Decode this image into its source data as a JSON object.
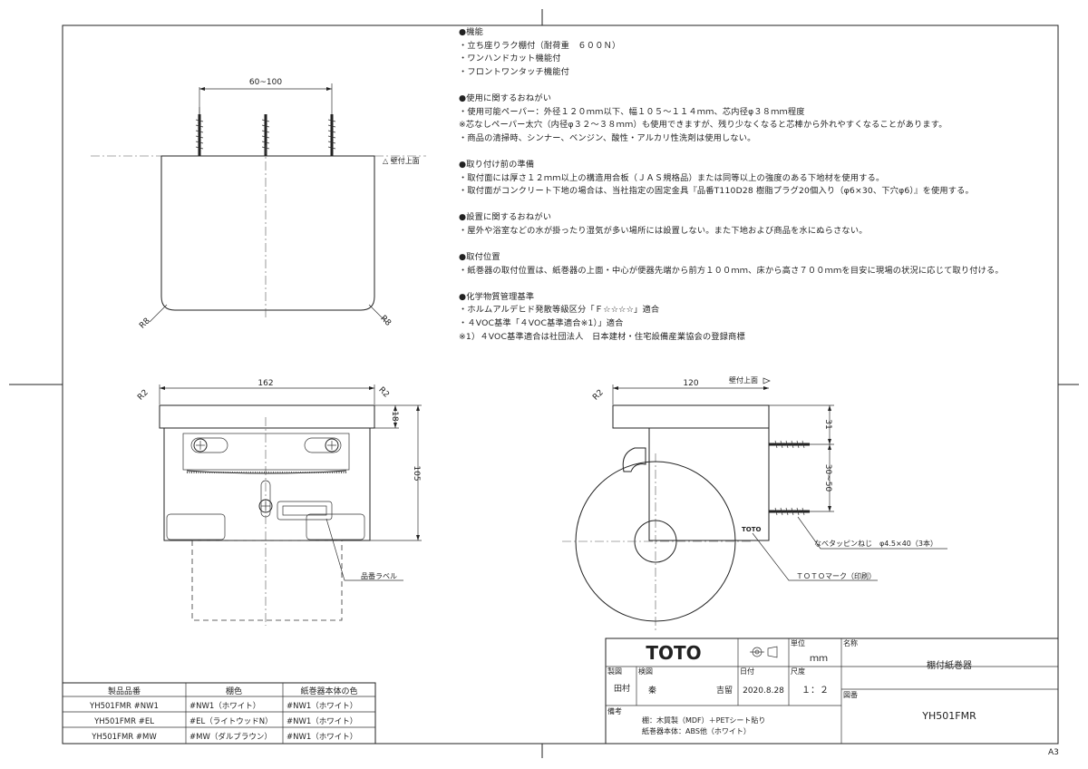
{
  "notes": {
    "function_title": "●機能",
    "function_items": [
      "・立ち座りラク棚付（耐荷重　６００Ｎ）",
      "・ワンハンドカット機能付",
      "・フロントワンタッチ機能付"
    ],
    "usage_title": "●使用に関するおねがい",
    "usage_items": [
      "・使用可能ペーパー：外径１２０ｍｍ以下、幅１０５～１１４ｍｍ、芯内径φ３８ｍｍ程度",
      "※芯なしペーパー太穴（内径φ３２～３８ｍｍ）も使用できますが、残り少なくなると芯棒から外れやすくなることがあります。",
      "・商品の清掃時、シンナー、ベンジン、酸性・アルカリ性洗剤は使用しない。"
    ],
    "prep_title": "●取り付け前の準備",
    "prep_items": [
      "・取付面には厚さ１２ｍｍ以上の構造用合板（ＪＡＳ規格品）または同等以上の強度のある下地材を使用する。",
      "・取付面がコンクリート下地の場合は、当社指定の固定金具『品番T110D28 樹脂プラグ20個入り（φ6×30、下穴φ6）』を使用する。"
    ],
    "install_title": "●設置に関するおねがい",
    "install_items": [
      "・屋外や浴室などの水が掛ったり湿気が多い場所には設置しない。また下地および商品を水にぬらさない。"
    ],
    "position_title": "●取付位置",
    "position_items": [
      "・紙巻器の取付位置は、紙巻器の上面・中心が便器先端から前方１００ｍｍ、床から高さ７００ｍｍを目安に現場の状況に応じて取り付ける。"
    ],
    "chem_title": "●化学物質管理基準",
    "chem_items": [
      "・ホルムアルデヒド発散等級区分「Ｆ☆☆☆☆」適合",
      "・４VOC基準「４VOC基準適合※1）」適合",
      "※1）４VOC基準適合は社団法人　日本建材・住宅設備産業協会の登録商標"
    ]
  },
  "top_view": {
    "dim_screw_spacing": "60~100",
    "wall_top_label": "△ 壁付上面",
    "radius_left": "R8",
    "radius_right": "R8"
  },
  "front_view": {
    "dim_width": "162",
    "radius_left": "R2",
    "radius_right": "R2",
    "dim_shelf": "18",
    "dim_height": "105",
    "label_tag": "品番ラベル"
  },
  "side_view": {
    "radius": "R2",
    "dim_depth": "120",
    "wall_top_label": "壁付上面",
    "dim_top": "31",
    "dim_screw_spacing": "30~50",
    "screw_note": "なべタッピンねじ　φ4.5×40（3本）",
    "mark_note": "ＴＯＴＯマーク（印刷）",
    "brand_mark": "TOTO"
  },
  "product_table": {
    "headers": [
      "製品品番",
      "棚色",
      "紙巻器本体の色"
    ],
    "rows": [
      [
        "YH501FMR #NW1",
        "#NW1（ホワイト）",
        "#NW1（ホワイト）"
      ],
      [
        "YH501FMR #EL",
        "#EL（ライトウッドN）",
        "#NW1（ホワイト）"
      ],
      [
        "YH501FMR #MW",
        "#MW（ダルブラウン）",
        "#NW1（ホワイト）"
      ]
    ]
  },
  "title_block": {
    "logo": "TOTO",
    "unit_label": "単位",
    "unit_value": "ｍｍ",
    "name_label": "名称",
    "name_value": "棚付紙巻器",
    "drafted_label": "製図",
    "drafted_by": "田村",
    "checked_label": "検図",
    "checked_by_1": "秦",
    "checked_by_2": "吉留",
    "date_label": "日付",
    "date_value": "2020.8.28",
    "scale_label": "尺度",
    "scale_value": "１：２",
    "drawing_no_label": "図番",
    "drawing_no": "YH501FMR",
    "remarks_label": "備考",
    "remarks_1": "棚：木質製（MDF）＋PETシート貼り",
    "remarks_2": "紙巻器本体：ABS他（ホワイト）"
  },
  "sheet_size": "A3"
}
